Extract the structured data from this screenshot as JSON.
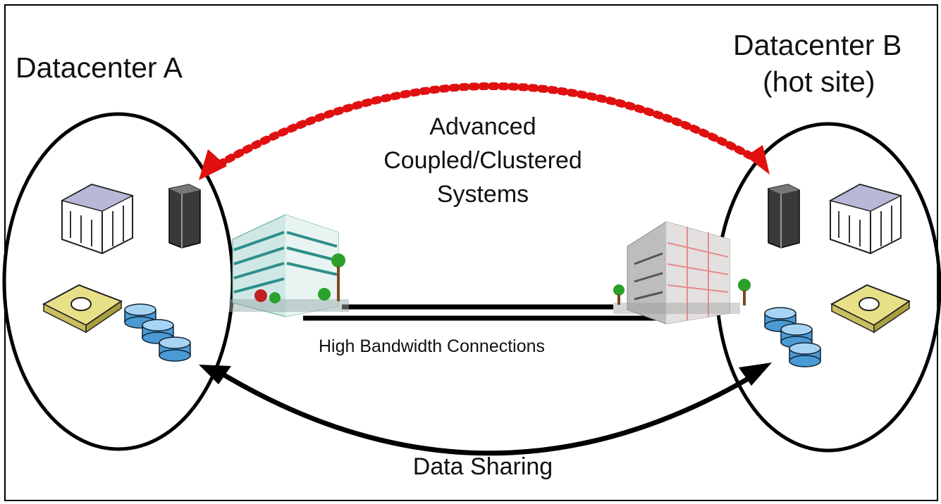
{
  "datacenter_a": {
    "label": "Datacenter A"
  },
  "datacenter_b": {
    "line1": "Datacenter B",
    "line2": "(hot site)"
  },
  "coupling": {
    "line1": "Advanced",
    "line2": "Coupled/Clustered",
    "line3": "Systems"
  },
  "network": {
    "label": "High Bandwidth Connections"
  },
  "sharing": {
    "label": "Data Sharing"
  },
  "colors": {
    "coupling_arrow": "#e01010",
    "sharing_arrow": "#000000",
    "disk": "#4a9ad4",
    "tape": "#e8e088",
    "building_a": "#cfe8e6",
    "building_b": "#bdbdbd"
  }
}
